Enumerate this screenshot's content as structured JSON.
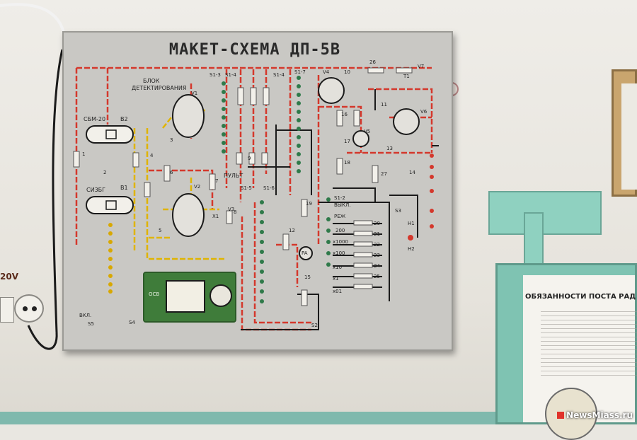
{
  "board": {
    "title": "МАКЕТ-СХЕМА ДП-5В",
    "labels": {
      "detector_block_1": "БЛОК",
      "detector_block_2": "ДЕТЕКТИРОВАНИЯ",
      "sbm20": "СБМ-20",
      "b2": "B2",
      "si3bg": "СИ3БГ",
      "b1": "B1",
      "pult": "ПУЛЬТ",
      "s1_3": "S1-3",
      "s1_4a": "S1-4",
      "s1_4b": "S1-4",
      "s1_5": "S1-5",
      "s1_6": "S1-6",
      "s1_7": "S1-7",
      "s1_2": "S1-2",
      "off": "ВЫКЛ.",
      "mode": "РЕЖ",
      "x1000": "x1000",
      "x100": "x100",
      "x10": "x10",
      "x1": "x1",
      "x01": "x01",
      "v1": "V1",
      "v2": "V2",
      "v3": "V3",
      "v4": "V4",
      "v5": "V5",
      "v6": "V6",
      "v7": "V7",
      "t1": "T1",
      "x1_conn": "X1",
      "s2": "S2",
      "s3": "S3",
      "s4": "S4",
      "s5": "S5",
      "h1": "H1",
      "h2": "H2",
      "pa": "PA",
      "on": "ВКЛ.",
      "val_200": "200"
    },
    "numbers": [
      "1",
      "2",
      "3",
      "4",
      "5",
      "6",
      "7",
      "8",
      "9",
      "10",
      "11",
      "12",
      "13",
      "14",
      "15",
      "16",
      "17",
      "18",
      "19",
      "20",
      "21",
      "22",
      "23",
      "24",
      "25",
      "26",
      "27"
    ],
    "meter_label": "ОСВ"
  },
  "notice": {
    "title": "ОБЯЗАННОСТИ ПОСТА РАД"
  },
  "wall": {
    "side_text": "20V"
  },
  "watermark": {
    "text": "NewsMiass.ru"
  },
  "colors": {
    "board": "#c9c8c4",
    "wire_red": "#d4382c",
    "wire_yellow": "#e0b400",
    "wire_black": "#1b1b1b",
    "led_green": "#2f7a4a",
    "meter_green": "#3f7c3a",
    "notice_frame": "#7fc3b2"
  }
}
